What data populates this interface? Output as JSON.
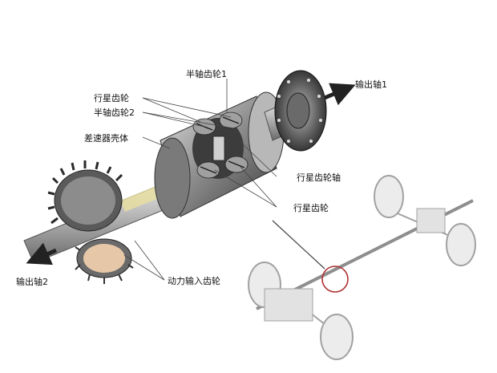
{
  "labels": {
    "half_shaft_gear_1": "半轴齿轮1",
    "planet_gear_top": "行星齿轮",
    "half_shaft_gear_2": "半轴齿轮2",
    "diff_housing": "差速器壳体",
    "planet_gear_shaft": "行星齿轮轴",
    "planet_gear_right": "行星齿轮",
    "power_input_gear": "动力输入齿轮",
    "output_shaft_1": "输出轴1",
    "output_shaft_2": "输出轴2"
  },
  "colors": {
    "metal_dark": "#4a4a4a",
    "metal_mid": "#9a9a9a",
    "metal_light": "#d8d8d8",
    "accent_yellow": "#e8e0a0",
    "accent_tan": "#e6c8a8",
    "arrow": "#222222"
  }
}
